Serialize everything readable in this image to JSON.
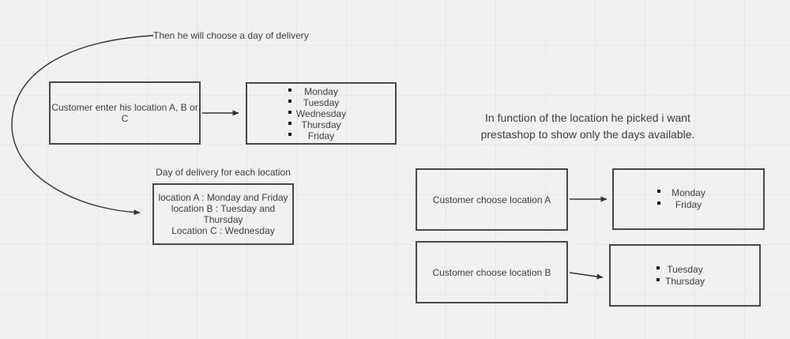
{
  "canvas": {
    "background_color": "#f1f1f2",
    "grid_color": "#e7e7ea",
    "shape_border_color": "#484848",
    "connector_color": "#333333",
    "text_color": "#3e3e3e"
  },
  "notes": {
    "top_note": "Then he will choose a day of delivery",
    "right_note": "In function of the location he picked i want\nprestashop to show only the days available.",
    "locations_box_title": "Day of delivery for each location"
  },
  "boxes": {
    "enter_location": {
      "label": "Customer enter his location A, B or C"
    },
    "all_days": {
      "items": [
        "Monday",
        "Tuesday",
        "Wednesday",
        "Thursday",
        "Friday"
      ],
      "checkbox_icon": "empty-checkbox"
    },
    "location_days": {
      "lines": [
        "location A : Monday and Friday",
        "location B : Tuesday and Thursday",
        "Location C : Wednesday"
      ]
    },
    "choose_a": {
      "label": "Customer choose location A"
    },
    "days_a": {
      "items": [
        "Monday",
        "Friday"
      ],
      "checkbox_icon": "empty-checkbox"
    },
    "choose_b": {
      "label": "Customer choose location B"
    },
    "days_b": {
      "items": [
        "Tuesday",
        "Thursday"
      ],
      "checkbox_icon": "empty-checkbox"
    }
  }
}
